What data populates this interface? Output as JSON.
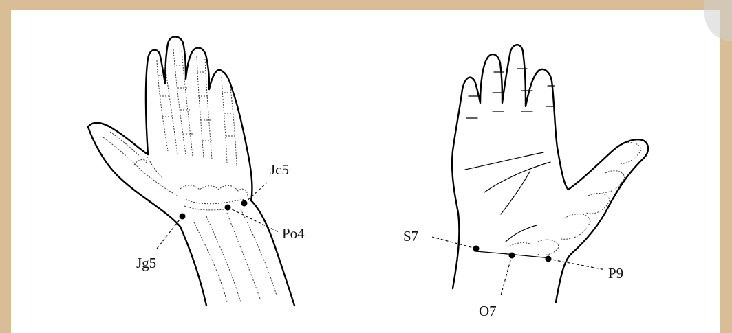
{
  "diagram": {
    "points": {
      "jc5": "Jc5",
      "po4": "Po4",
      "jg5": "Jg5",
      "s7": "S7",
      "o7": "O7",
      "p9": "P9"
    }
  }
}
